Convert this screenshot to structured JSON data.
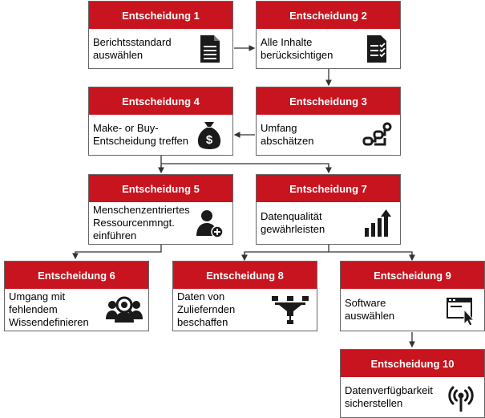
{
  "boxes": [
    {
      "id": 1,
      "title": "Entscheidung 1",
      "text": "Berichtsstandard\nauswählen",
      "icon": "document-icon"
    },
    {
      "id": 2,
      "title": "Entscheidung 2",
      "text": "Alle Inhalte\nberücksichtigen",
      "icon": "checklist-icon"
    },
    {
      "id": 3,
      "title": "Entscheidung 3",
      "text": "Umfang\nabschätzen",
      "icon": "flowchart-icon"
    },
    {
      "id": 4,
      "title": "Entscheidung 4",
      "text": "Make- or Buy-\nEntscheidung treffen",
      "icon": "money-bag-icon"
    },
    {
      "id": 5,
      "title": "Entscheidung 5",
      "text": "Menschenzentriertes\nRessourcenmngt.\neinführen",
      "icon": "add-user-icon"
    },
    {
      "id": 6,
      "title": "Entscheidung 6",
      "text": "Umgang mit\nfehlendem\nWissendefinieren",
      "icon": "group-search-icon"
    },
    {
      "id": 7,
      "title": "Entscheidung 7",
      "text": "Datenqualität\ngewährleisten",
      "icon": "growth-chart-icon"
    },
    {
      "id": 8,
      "title": "Entscheidung 8",
      "text": "Daten von\nZuliefernden\nbeschaffen",
      "icon": "hierarchy-icon"
    },
    {
      "id": 9,
      "title": "Entscheidung 9",
      "text": "Software\nauswählen",
      "icon": "browser-cursor-icon"
    },
    {
      "id": 10,
      "title": "Entscheidung 10",
      "text": "Datenverfügbarkeit\nsicherstellen",
      "icon": "broadcast-icon"
    }
  ],
  "colors": {
    "header": "#c8141e",
    "border": "#666666",
    "icon": "#1a1a1a"
  }
}
